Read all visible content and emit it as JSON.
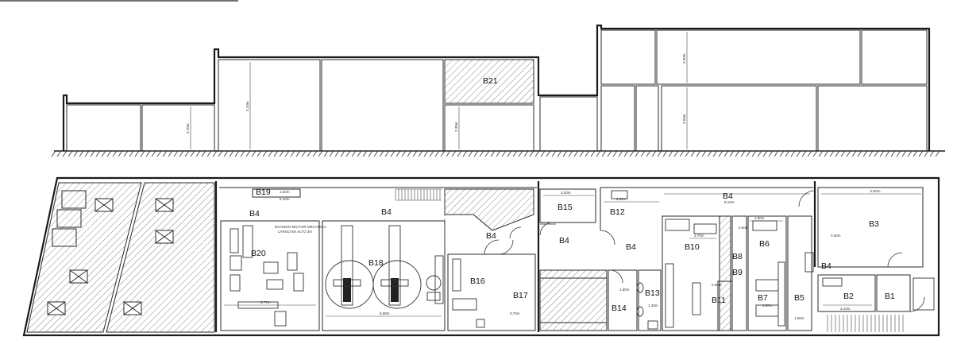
{
  "drawing": {
    "section_labels": {
      "b21": "B21"
    },
    "section_dims": {
      "d1": "2.70m",
      "d2": "5.10m",
      "d3": "2.30m",
      "d4": "3.00m",
      "d5": "3.50m"
    },
    "plan_labels": {
      "b1": "B1",
      "b2": "B2",
      "b3": "B3",
      "b4_main": "B4",
      "b4_left": "B4",
      "b4_center": "B4",
      "b4_mid1": "B4",
      "b4_mid2": "B4",
      "b4_mid3": "B4",
      "b4_right": "B4",
      "b5": "B5",
      "b6": "B6",
      "b7": "B7",
      "b8": "B8",
      "b9": "B9",
      "b10": "B10",
      "b11": "B11",
      "b12": "B12",
      "b13": "B13",
      "b14": "B14",
      "b15": "B15",
      "b16": "B16",
      "b17": "B17",
      "b18": "B18",
      "b19": "B19",
      "b20": "B20"
    },
    "plan_notes": {
      "division_line1": "DIVISION SECTOR MECANICA",
      "division_line2": "LARGO 5m ALTO 3m"
    },
    "plan_dims": {
      "p1": "1.50m",
      "p2": "6.40m",
      "p3": "5.77m",
      "p4": "6.88m",
      "p5": "3.30m",
      "p6": "2.50m",
      "p7": "9.10m",
      "p8": "5.50m",
      "p9": "3.70m",
      "p10": "2.90m",
      "p11": "0.60m",
      "p12": "0.70m",
      "p13": "1.50m",
      "p14": "3.10m",
      "p15": "1.50m",
      "p16": "1.20m",
      "p17": "1.30m",
      "p18": "0.60m",
      "p19": "0.90m"
    }
  }
}
